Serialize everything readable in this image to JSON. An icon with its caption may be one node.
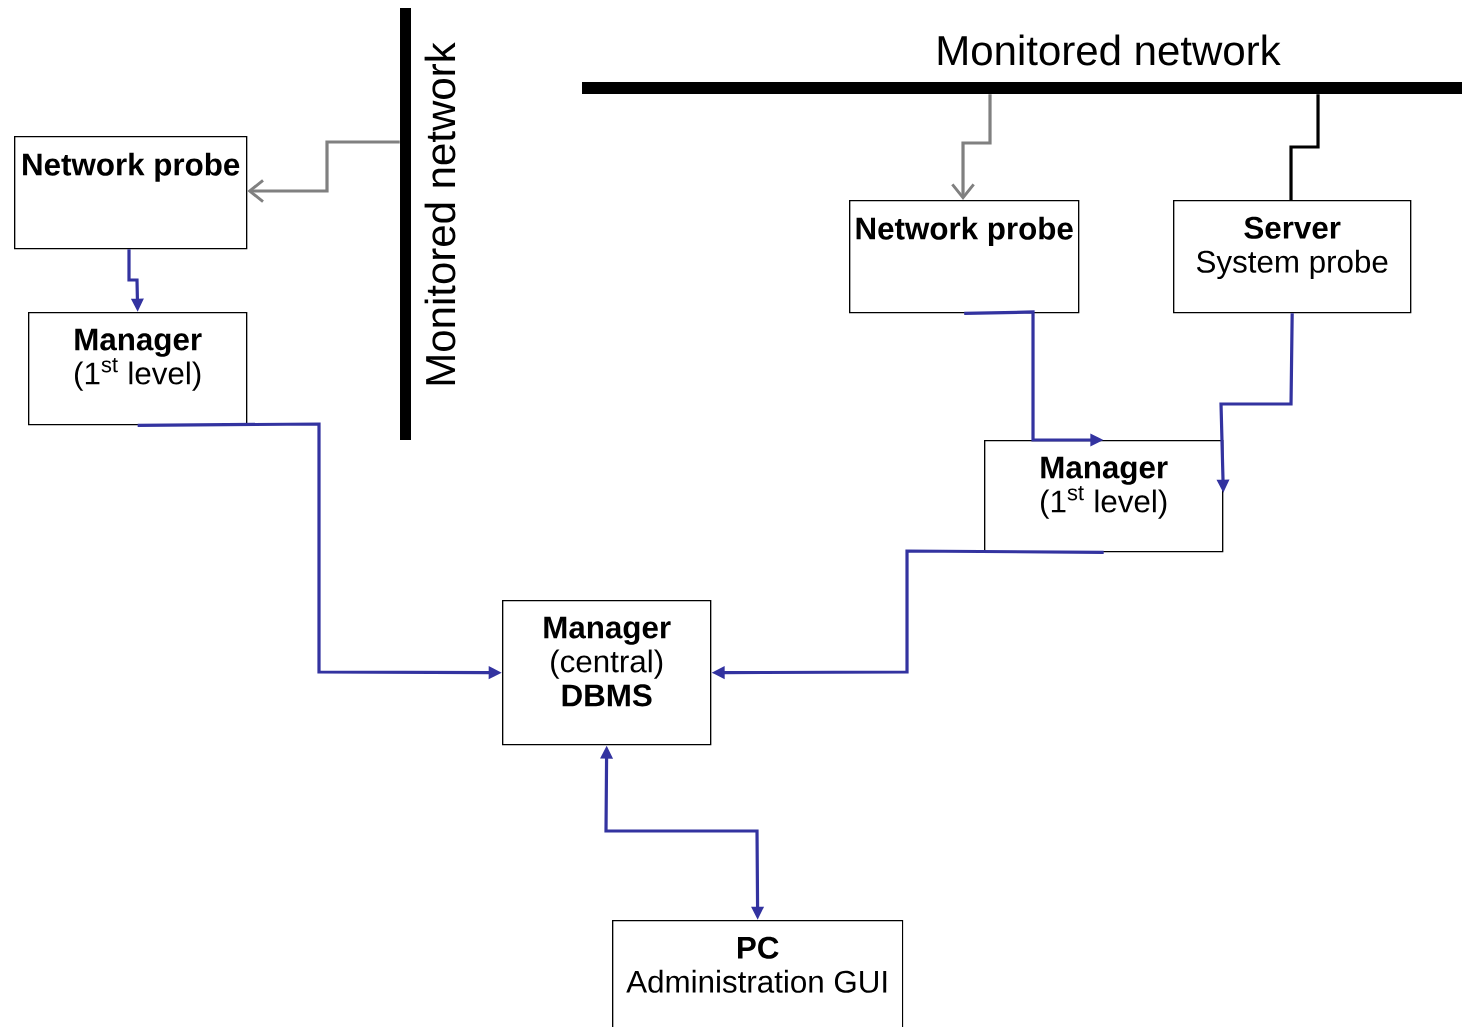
{
  "diagram": {
    "nodes": [
      {
        "text": [
          "Monitored network"
        ]
      },
      {
        "text": [
          "Monitored network"
        ]
      },
      {
        "text": [
          "Network probe"
        ]
      },
      {
        "text": [
          "Manager",
          "(1$^{st}$ level)"
        ]
      },
      {
        "text": [
          "Network probe"
        ]
      },
      {
        "text": [
          "Server",
          "System probe"
        ]
      },
      {
        "text": [
          "Manager",
          "(1$^{st}$ level)"
        ]
      },
      {
        "text": [
          "Manager",
          "(central)",
          "DBMS"
        ]
      },
      {
        "text": [
          "PC",
          "Administration GUI"
        ]
      }
    ],
    "edges": [
      {
        "from": 0,
        "to": 2,
        "arrow": "to",
        "color": "#808080"
      },
      {
        "from": 1,
        "to": 4,
        "arrow": "to",
        "color": "#808080"
      },
      {
        "from": 1,
        "to": 5,
        "arrow": "none",
        "color": "#000000"
      },
      {
        "from": 2,
        "to": 3,
        "arrow": "to"
      },
      {
        "from": 3,
        "to": 7,
        "arrow": "to"
      },
      {
        "from": 4,
        "to": 6,
        "arrow": "to"
      },
      {
        "from": 5,
        "to": 6,
        "arrow": "to"
      },
      {
        "from": 6,
        "to": 7,
        "arrow": "to"
      },
      {
        "from": 7,
        "to": 8,
        "arrow": "both"
      }
    ]
  }
}
